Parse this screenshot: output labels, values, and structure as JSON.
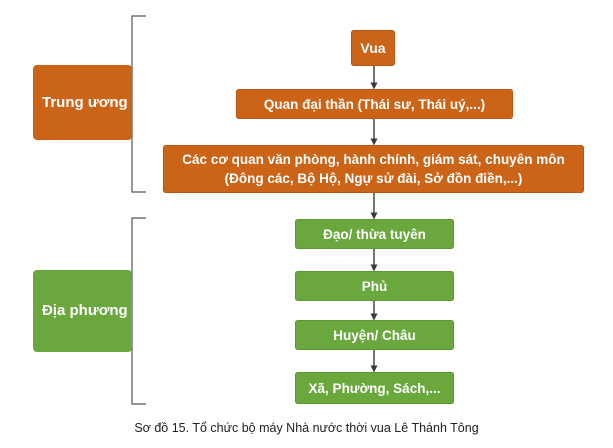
{
  "side_labels": {
    "central": "Trung ương",
    "local": "Địa phương"
  },
  "central_boxes": [
    "Vua",
    "Quan đại thần (Thái sư, Thái uý,...)",
    "Các cơ quan văn phòng, hành chính, giám sát, chuyên môn (Đông các, Bộ Hộ, Ngự sử đài, Sở đồn điền,...)"
  ],
  "local_boxes": [
    "Đạo/ thừa tuyên",
    "Phủ",
    "Huyện/ Châu",
    "Xã, Phường, Sách,..."
  ],
  "caption": "Sơ đồ 15. Tổ chức bộ máy Nhà nước thời vua Lê Thánh Tông",
  "colors": {
    "central": "#cc6418",
    "local": "#6aa83e",
    "connector": "#3a3a3a"
  }
}
